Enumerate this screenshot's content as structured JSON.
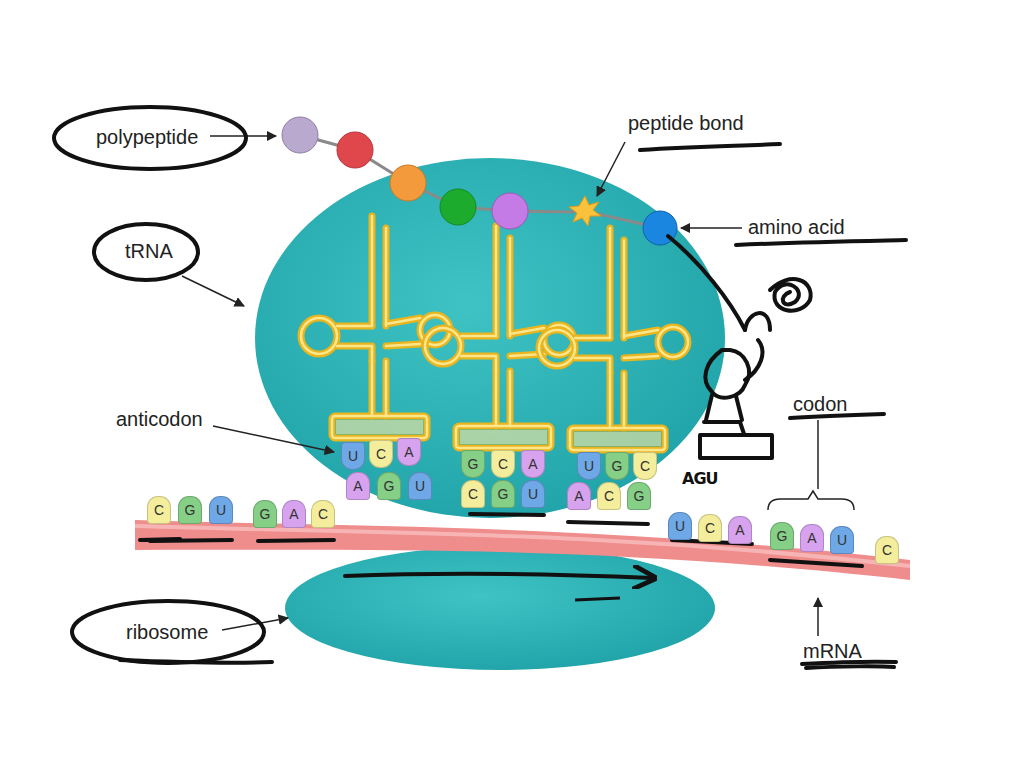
{
  "diagram": {
    "nodes": [
      {
        "text": [
          "U"
        ]
      },
      {
        "text": [
          "C"
        ]
      },
      {
        "text": [
          "A"
        ]
      },
      {
        "text": [
          "G"
        ]
      },
      {
        "text": [
          "C"
        ]
      },
      {
        "text": [
          "A"
        ]
      },
      {
        "text": [
          "U"
        ]
      },
      {
        "text": [
          "G"
        ]
      },
      {
        "text": [
          "C"
        ]
      },
      {
        "text": [
          "C"
        ]
      },
      {
        "text": [
          "G"
        ]
      },
      {
        "text": [
          "U"
        ]
      },
      {
        "text": [
          "G"
        ]
      },
      {
        "text": [
          "A"
        ]
      },
      {
        "text": [
          "C"
        ]
      },
      {
        "text": [
          "A"
        ]
      },
      {
        "text": [
          "G"
        ]
      },
      {
        "text": [
          "U"
        ]
      },
      {
        "text": [
          "C"
        ]
      },
      {
        "text": [
          "G"
        ]
      },
      {
        "text": [
          "U"
        ]
      },
      {
        "text": [
          "A"
        ]
      },
      {
        "text": [
          "C"
        ]
      },
      {
        "text": [
          "G"
        ]
      },
      {
        "text": [
          "U"
        ]
      },
      {
        "text": [
          "C"
        ]
      },
      {
        "text": [
          "A"
        ]
      },
      {
        "text": [
          "G"
        ]
      },
      {
        "text": [
          "A"
        ]
      },
      {
        "text": [
          "U"
        ]
      },
      {
        "text": [
          "C"
        ]
      }
    ],
    "labels": [
      "polypeptide",
      "peptide bond",
      "tRNA",
      "amino acid",
      "anticodon",
      "codon",
      "AGU",
      "ribosome",
      "mRNA"
    ]
  }
}
